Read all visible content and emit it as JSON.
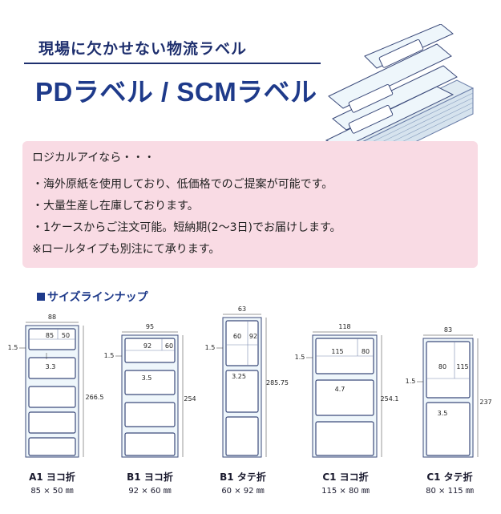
{
  "header": {
    "subtitle": "現場に欠かせない物流ラベル",
    "title": "PDラベル / SCMラベル"
  },
  "intro": {
    "lines": [
      "ロジカルアイなら・・・",
      "・海外原紙を使用しており、低価格でのご提案が可能です。",
      "・大量生産し在庫しております。",
      "・1ケースからご注文可能。短納期(2～3日)でお届けします。",
      "※ロールタイプも別注にて承ります。"
    ]
  },
  "section": {
    "title": "サイズラインナップ"
  },
  "colors": {
    "navy": "#1e3a8a",
    "pink": "#f9dbe4",
    "label_border": "#3b4a7a",
    "sheet_fill": "#eef6fb"
  },
  "items": [
    {
      "name": "A1 ヨコ折",
      "size": "85 × 50 ㎜",
      "width_dim": "88",
      "height_dim": "266.5",
      "gap": "1.5",
      "pitch": "3.3",
      "label_w": "85",
      "label_h": "50"
    },
    {
      "name": "B1 ヨコ折",
      "size": "92 × 60 ㎜",
      "width_dim": "95",
      "height_dim": "254",
      "gap": "1.5",
      "pitch": "3.5",
      "label_w": "92",
      "label_h": "60"
    },
    {
      "name": "B1 タテ折",
      "size": "60 × 92 ㎜",
      "width_dim": "63",
      "height_dim": "285.75",
      "gap": "1.5",
      "pitch": "3.25",
      "label_w": "60",
      "label_h": "92"
    },
    {
      "name": "C1 ヨコ折",
      "size": "115 × 80 ㎜",
      "width_dim": "118",
      "height_dim": "254.1",
      "gap": "1.5",
      "pitch": "4.7",
      "label_w": "115",
      "label_h": "80"
    },
    {
      "name": "C1 タテ折",
      "size": "80 × 115 ㎜",
      "width_dim": "83",
      "height_dim": "237",
      "gap": "1.5",
      "pitch": "3.5",
      "label_w": "80",
      "label_h": "115"
    }
  ]
}
